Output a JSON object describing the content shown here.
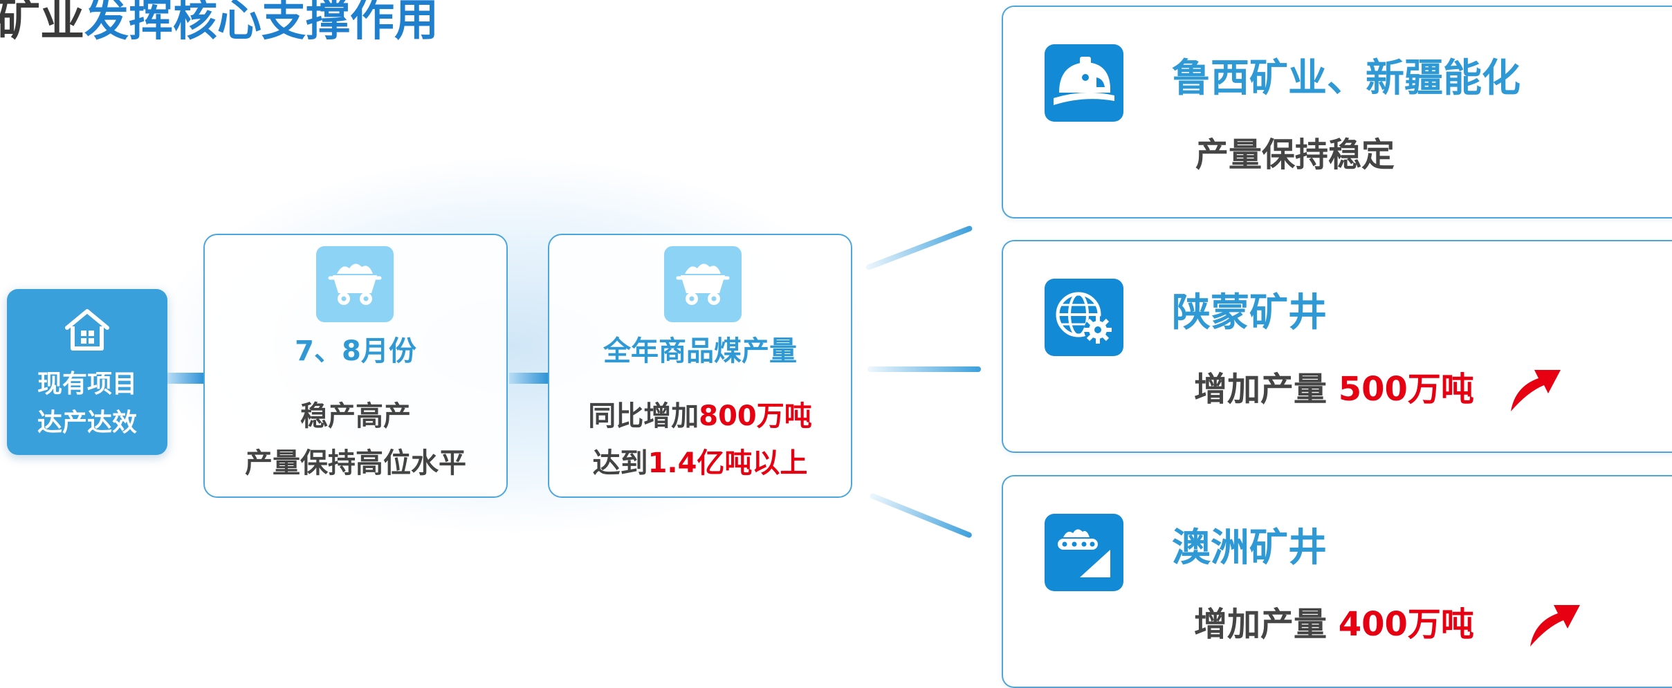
{
  "heading": {
    "part_dark": "矿业",
    "part_blue": "发挥核心支撑作用"
  },
  "start": {
    "icon": "home-icon",
    "line1": "现有项目",
    "line2": "达产达效"
  },
  "cards": [
    {
      "icon": "mine-cart-icon",
      "title": "7、8月份",
      "line1": "稳产高产",
      "line2": "产量保持高位水平"
    },
    {
      "icon": "mine-cart-icon",
      "title": "全年商品煤产量",
      "line1_prefix": "同比增加",
      "line1_value": "800万吨",
      "line2_prefix": "达到",
      "line2_value": "1.4亿吨以上"
    }
  ],
  "panels": [
    {
      "icon": "miner-helmet-icon",
      "title": "鲁西矿业、新疆能化",
      "detail": "产量保持稳定"
    },
    {
      "icon": "globe-gear-icon",
      "title": "陕蒙矿井",
      "detail_prefix": "增加产量",
      "detail_value": "500万吨",
      "trend": "up-arrow-icon"
    },
    {
      "icon": "conveyor-icon",
      "title": "澳洲矿井",
      "detail_prefix": "增加产量",
      "detail_value": "400万吨",
      "trend": "up-arrow-icon"
    }
  ],
  "colors": {
    "accent_blue": "#2f99d6",
    "tile_blue": "#138ad6",
    "start_blue": "#3aa0dc",
    "highlight_red": "#e60012",
    "text_dark": "#444444"
  }
}
